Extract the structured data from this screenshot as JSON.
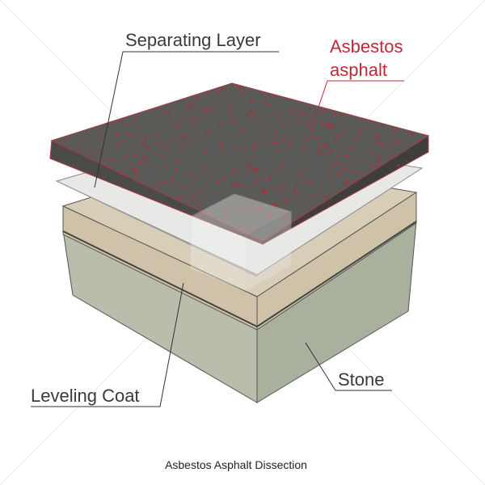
{
  "labels": {
    "separating_layer": "Separating Layer",
    "asbestos_line1": "Asbestos",
    "asbestos_line2": "asphalt",
    "leveling_coat": "Leveling Coat",
    "stone": "Stone"
  },
  "caption": "Asbestos Asphalt Dissection",
  "colors": {
    "asphalt_top": "#5a5a58",
    "asphalt_left": "#4a4a48",
    "asphalt_right": "#3e3e3c",
    "asphalt_speckle": "#a8323a",
    "separating_layer": "#e8e8e6",
    "leveling_top": "#d8cdb6",
    "leveling_side": "#cfc2a8",
    "stone_left": "#b8bdac",
    "stone_right": "#aab09e",
    "label_dark": "#3a3a3a",
    "label_red": "#c0283a"
  }
}
